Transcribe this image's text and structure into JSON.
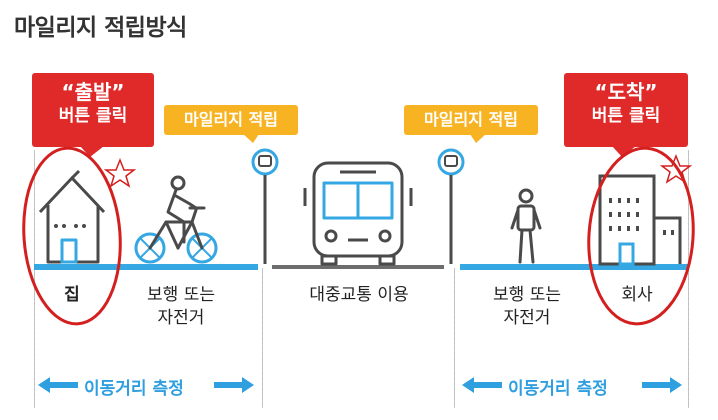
{
  "title": "마일리지 적립방식",
  "callouts": {
    "start_quote": "“출발”",
    "start_sub": "버튼 클릭",
    "end_quote": "“도착”",
    "end_sub": "버튼 클릭",
    "mileage_left": "마일리지 적립",
    "mileage_right": "마일리지 적립"
  },
  "labels": {
    "home": "집",
    "walk_bike_left": "보행 또는\n자전거",
    "transit": "대중교통 이용",
    "walk_bike_right": "보행 또는\n자전거",
    "office": "회사"
  },
  "measure": {
    "left": "이동거리 측정",
    "right": "이동거리 측정"
  },
  "colors": {
    "accent_red": "#e02a2a",
    "accent_yellow": "#f7b322",
    "accent_blue": "#2f9fe0",
    "icon_gray": "#4a4a4a"
  },
  "icons": [
    "house-icon",
    "bicycle-icon",
    "bus-stop-icon",
    "bus-icon",
    "walker-icon",
    "office-building-icon",
    "arrow-left-icon",
    "arrow-right-icon"
  ]
}
